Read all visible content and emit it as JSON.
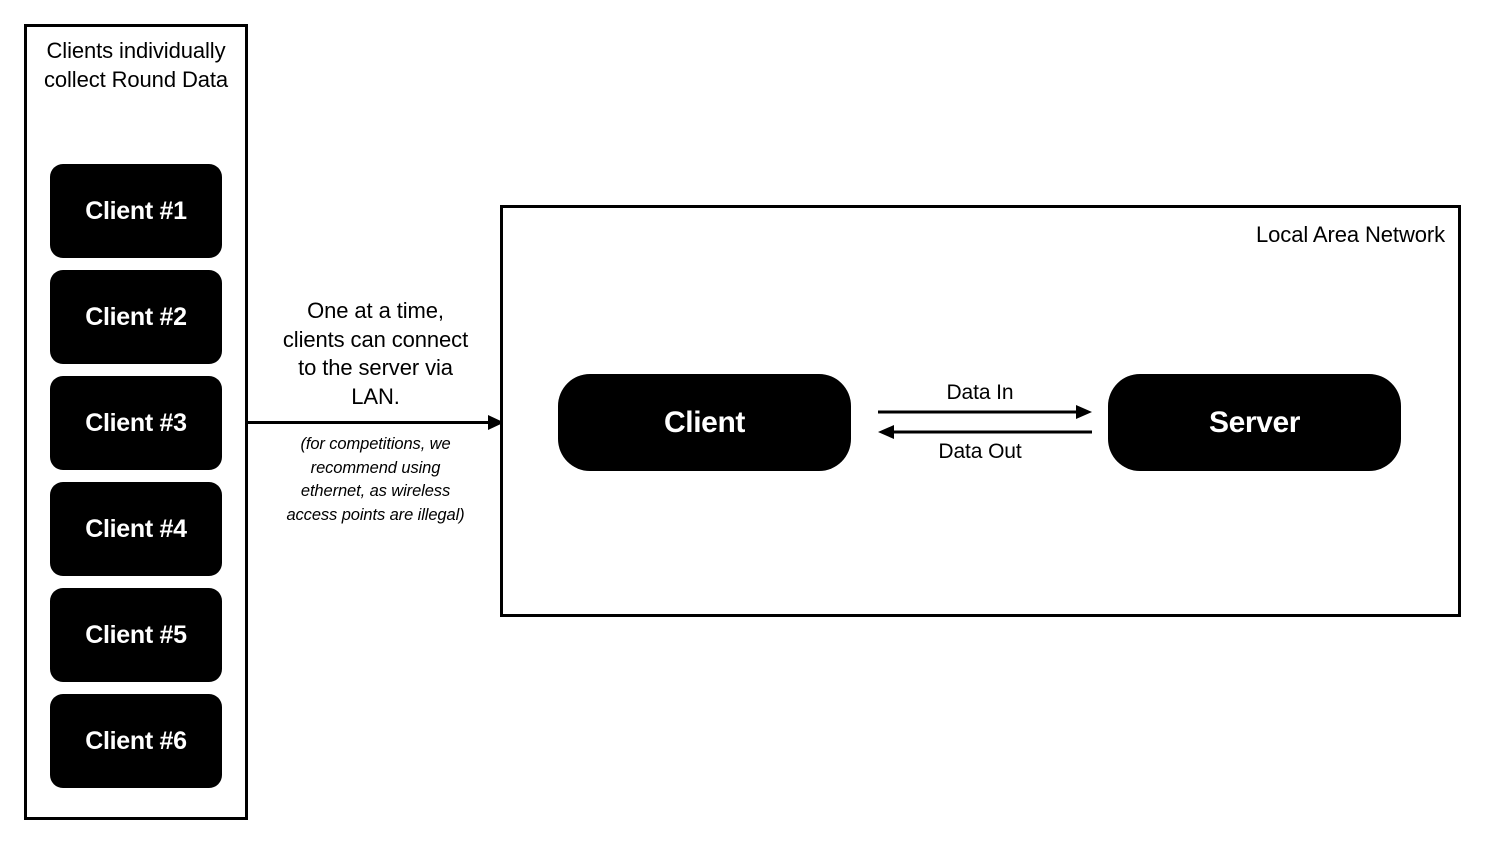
{
  "diagram": {
    "title": "Client-Server LAN data flow diagram",
    "colors": {
      "node_fill": "#000000",
      "node_text": "#ffffff",
      "stroke": "#000000",
      "background": "#ffffff"
    }
  },
  "clients_panel": {
    "heading": "Clients individually collect Round Data",
    "items": [
      {
        "label": "Client #1"
      },
      {
        "label": "Client #2"
      },
      {
        "label": "Client #3"
      },
      {
        "label": "Client #4"
      },
      {
        "label": "Client #5"
      },
      {
        "label": "Client #6"
      }
    ]
  },
  "connector": {
    "icon": "arrow-right-icon",
    "note_primary": "One at a time, clients can connect to the server via LAN.",
    "note_secondary": "(for competitions, we recommend using ethernet, as wireless access points are illegal)"
  },
  "lan": {
    "label": "Local Area Network",
    "nodes": {
      "client": "Client",
      "server": "Server"
    },
    "flows": [
      {
        "label": "Data In",
        "direction": "right",
        "icon": "arrow-right-icon"
      },
      {
        "label": "Data Out",
        "direction": "left",
        "icon": "arrow-left-icon"
      }
    ]
  }
}
